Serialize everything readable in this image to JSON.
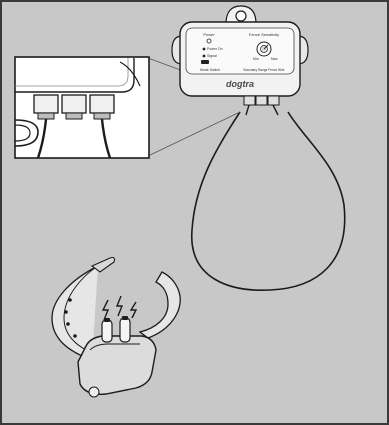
{
  "transmitter": {
    "brand": "dogtra",
    "labels": {
      "power": "Power",
      "power_on": "Power On",
      "signal": "Signal",
      "mode": "Mode Switch",
      "fence_sensitivity": "Fence Sensitivity",
      "min": "Min",
      "max": "Max",
      "wire_note": "Boundary Range Fence Wire"
    }
  },
  "colors": {
    "background": "#c8c8c8",
    "frame": "#3a3a3a",
    "line": "#1c1c1c",
    "device_fill": "#f2f2f2",
    "collar_fill": "#e6e6e6"
  }
}
